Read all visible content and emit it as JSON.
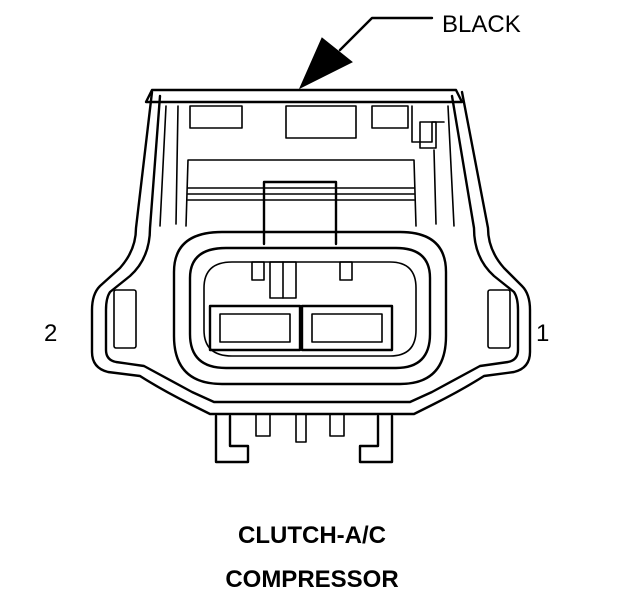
{
  "connector": {
    "color_label": "BLACK",
    "pin_labels": {
      "left": "2",
      "right": "1"
    },
    "name_line1": "CLUTCH-A/C",
    "name_line2": "COMPRESSOR"
  },
  "colors": {
    "ink": "#000000",
    "background": "#ffffff"
  }
}
